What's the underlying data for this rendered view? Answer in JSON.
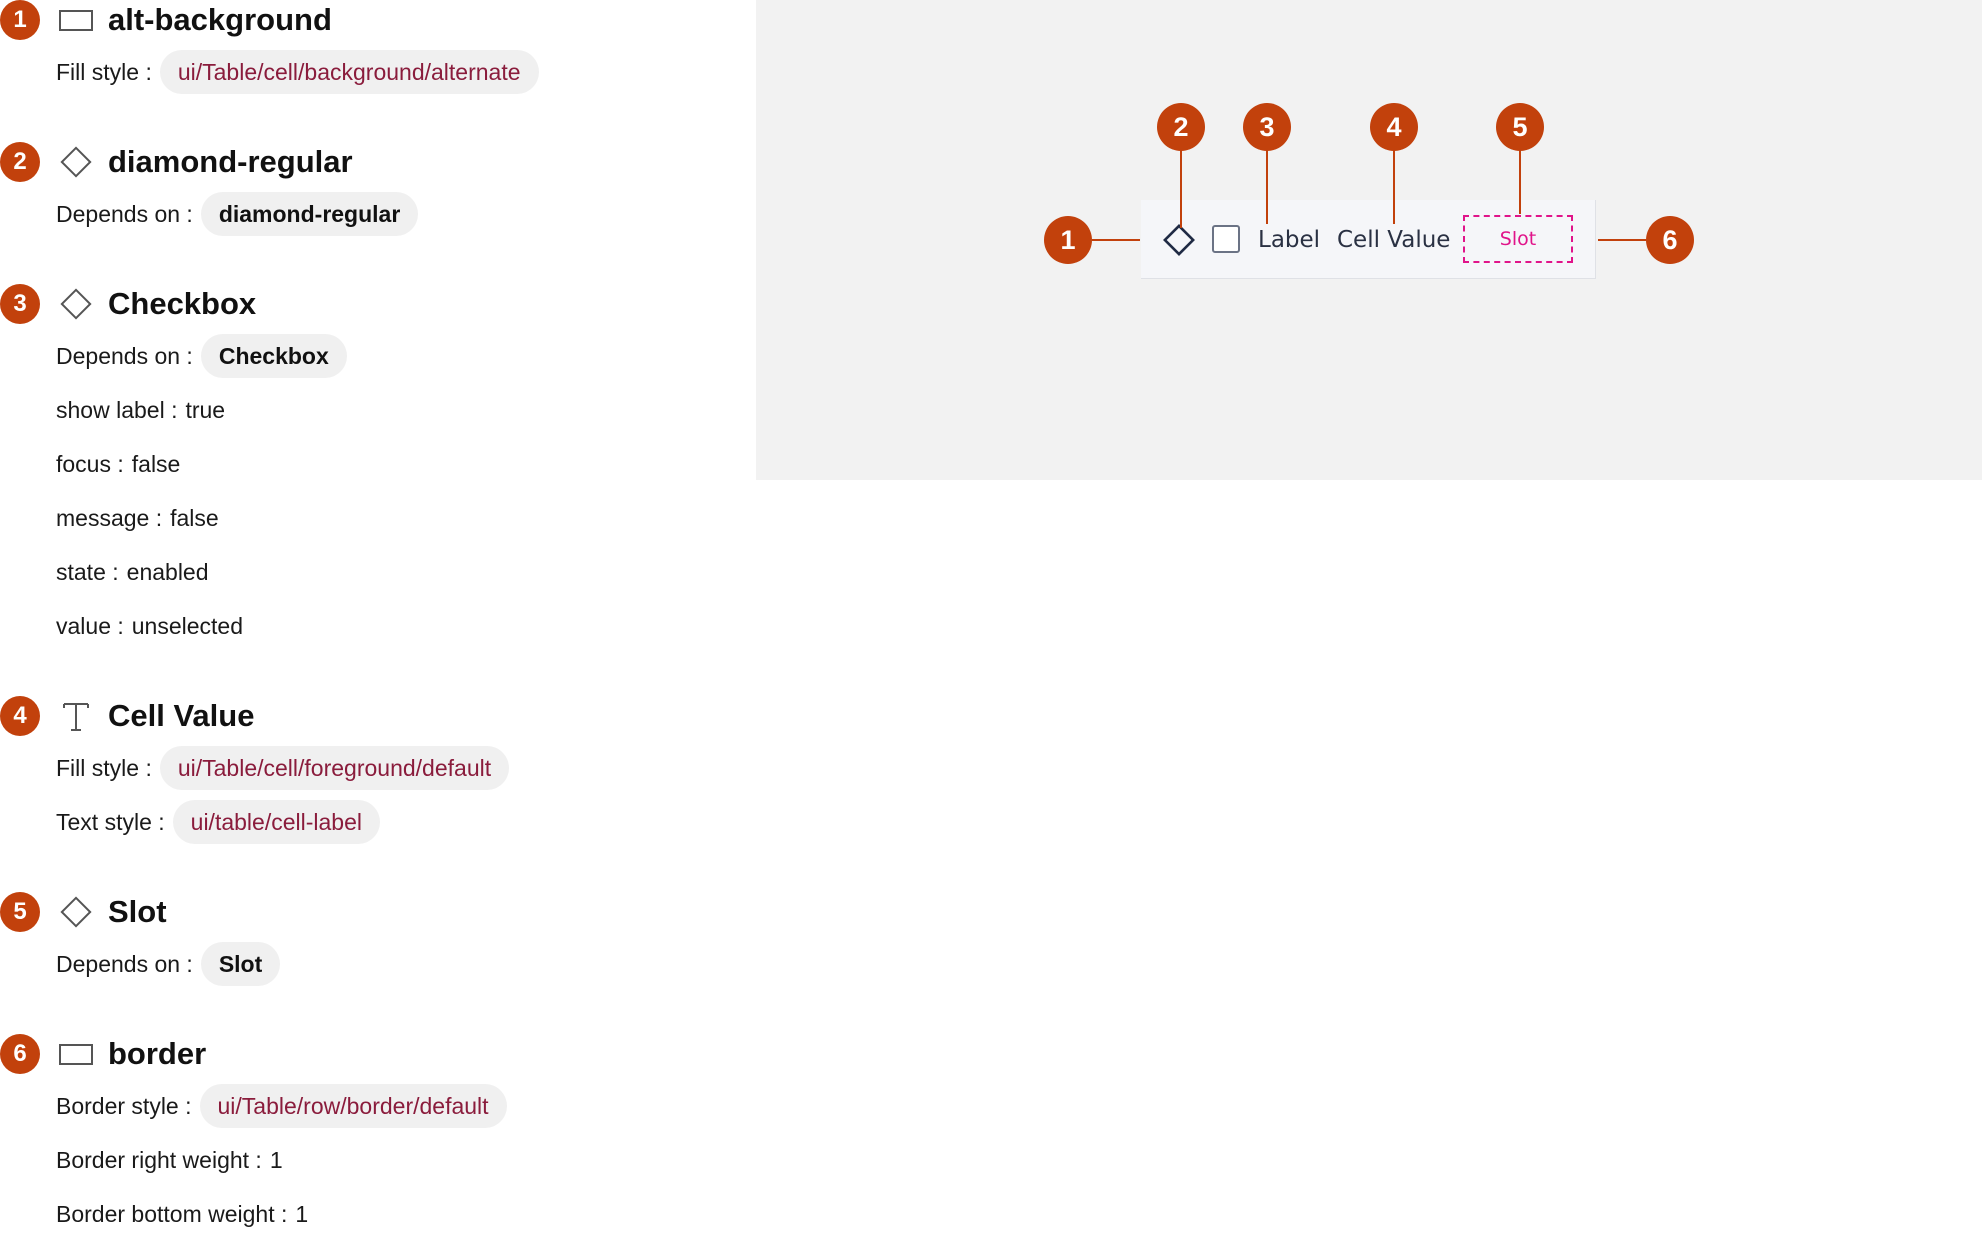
{
  "specs": [
    {
      "number": "1",
      "icon": "rectangle-icon",
      "title": "alt-background",
      "props": [
        {
          "key": "Fill style :",
          "chip": "ui/Table/cell/background/alternate",
          "chip_type": "style"
        }
      ]
    },
    {
      "number": "2",
      "icon": "diamond-icon",
      "title": "diamond-regular",
      "props": [
        {
          "key": "Depends on :",
          "chip": "diamond-regular",
          "chip_type": "comp"
        }
      ]
    },
    {
      "number": "3",
      "icon": "diamond-icon",
      "title": "Checkbox",
      "props": [
        {
          "key": "Depends on :",
          "chip": "Checkbox",
          "chip_type": "comp"
        },
        {
          "key": "show label :",
          "value": "true"
        },
        {
          "key": "focus :",
          "value": "false"
        },
        {
          "key": "message :",
          "value": "false"
        },
        {
          "key": "state :",
          "value": "enabled"
        },
        {
          "key": "value :",
          "value": "unselected"
        }
      ]
    },
    {
      "number": "4",
      "icon": "text-icon",
      "title": "Cell Value",
      "props": [
        {
          "key": "Fill style :",
          "chip": "ui/Table/cell/foreground/default",
          "chip_type": "style"
        },
        {
          "key": "Text style :",
          "chip": "ui/table/cell-label",
          "chip_type": "style"
        }
      ]
    },
    {
      "number": "5",
      "icon": "diamond-icon",
      "title": "Slot",
      "props": [
        {
          "key": "Depends on :",
          "chip": "Slot",
          "chip_type": "comp"
        }
      ]
    },
    {
      "number": "6",
      "icon": "rectangle-icon",
      "title": "border",
      "props": [
        {
          "key": "Border style :",
          "chip": "ui/Table/row/border/default",
          "chip_type": "style"
        },
        {
          "key": "Border right weight :",
          "value": "1"
        },
        {
          "key": "Border bottom weight :",
          "value": "1"
        }
      ]
    }
  ],
  "preview": {
    "checkbox_label": "Label",
    "cell_value": "Cell Value",
    "slot_label": "Slot",
    "callouts": [
      "1",
      "2",
      "3",
      "4",
      "5",
      "6"
    ]
  },
  "colors": {
    "accent": "#c2410c",
    "style_chip_text": "#8a1c3c",
    "slot": "#e0148a",
    "canvas": "#f2f2f2"
  }
}
